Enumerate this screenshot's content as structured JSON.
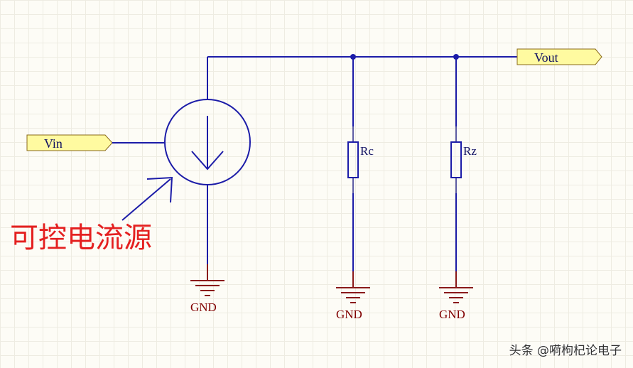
{
  "ports": {
    "input": "Vin",
    "output": "Vout"
  },
  "components": {
    "resistor_1": "Rc",
    "resistor_2": "Rz"
  },
  "grounds": {
    "source": "GND",
    "rc": "GND",
    "rz": "GND"
  },
  "annotation": "可控电流源",
  "watermark": "头条 @嗬枸杞论电子",
  "colors": {
    "wire": "#1c1ca8",
    "ground": "#8a1a1a",
    "port_fill": "#fffaa0",
    "annotation": "#e42020"
  }
}
